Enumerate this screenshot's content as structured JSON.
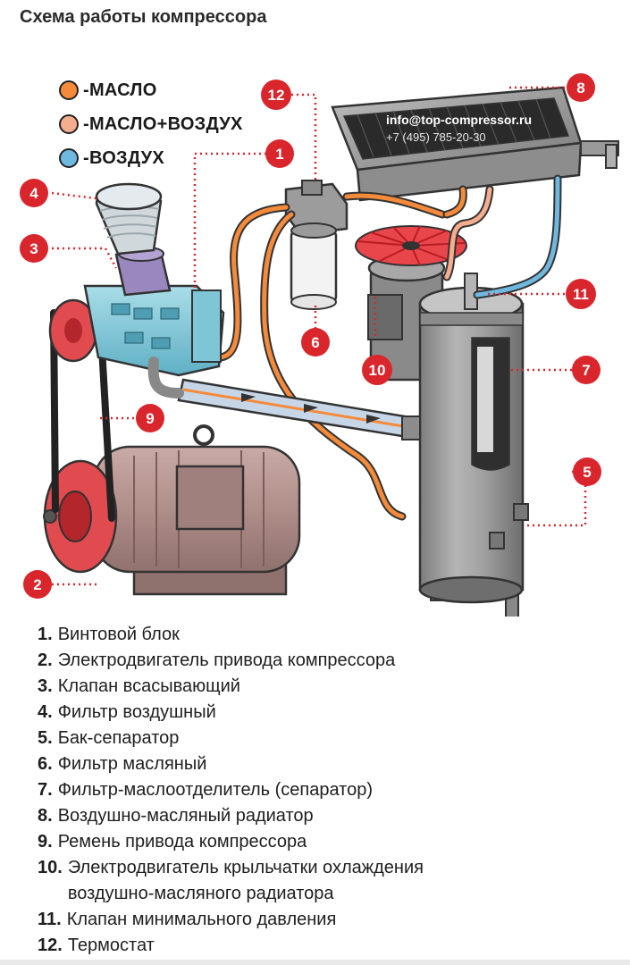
{
  "title": "Схема работы компрессора",
  "legend": [
    {
      "label": "-МАСЛО",
      "color": "#f58a3b"
    },
    {
      "label": "-МАСЛО+ВОЗДУХ",
      "color": "#f4ad8e"
    },
    {
      "label": "-ВОЗДУХ",
      "color": "#6fb8e0"
    }
  ],
  "watermark": {
    "email": "info@top-compressor.ru",
    "phone": "+7 (495) 785-20-30"
  },
  "callouts": [
    "1",
    "2",
    "3",
    "4",
    "5",
    "6",
    "7",
    "8",
    "9",
    "10",
    "11",
    "12"
  ],
  "parts": [
    {
      "num": "1.",
      "label": "Винтовой блок"
    },
    {
      "num": "2.",
      "label": "Электродвигатель привода компрессора"
    },
    {
      "num": "3.",
      "label": "Клапан всасывающий"
    },
    {
      "num": "4.",
      "label": "Фильтр воздушный"
    },
    {
      "num": "5.",
      "label": "Бак-сепаратор"
    },
    {
      "num": "6.",
      "label": "Фильтр масляный"
    },
    {
      "num": "7.",
      "label": "Фильтр-маслоотделитель (сепаратор)"
    },
    {
      "num": "8.",
      "label": "Воздушно-масляный радиатор"
    },
    {
      "num": "9.",
      "label": "Ремень привода компрессора"
    },
    {
      "num": "10.",
      "label": "Электродвигатель крыльчатки охлаждения\n воздушно-масляного радиатора"
    },
    {
      "num": "11.",
      "label": "Клапан минимального давления"
    },
    {
      "num": "12.",
      "label": "Термостат"
    }
  ],
  "colors": {
    "accent": "#d9262c",
    "oil": "#f58a3b",
    "air": "#6fb8e0",
    "metal": "#9a9a9a"
  }
}
